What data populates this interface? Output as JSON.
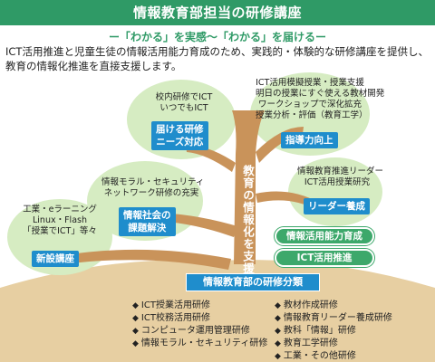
{
  "title": "情報教育部担当の研修講座",
  "subtitle": "ー「わかる」を実感～「わかる」を届けるー",
  "intro": "ICT活用推進と児童生徒の情報活用能力育成のため、実践的・体験的な研修講座を提供し、教育の情報化推進を直接支援します。",
  "colors": {
    "accent_green": "#2f9a66",
    "tree_brown": "#c9935a",
    "foliage_green": "#d6ecc2",
    "tag_blue": "#1f8dcc"
  },
  "nodes": {
    "new": {
      "desc": [
        "工業・eラーニング",
        "Linux・Flash",
        "「授業でICT」等々"
      ],
      "tag": "新設講座"
    },
    "social": {
      "desc": [
        "情報モラル・セキュリティ",
        "ネットワーク研修の充実"
      ],
      "tag": [
        "情報社会の",
        "課題解決"
      ]
    },
    "deliver": {
      "desc": [
        "校内研修でICT",
        "いつでもICT"
      ],
      "tag": [
        "届ける研修",
        "ニーズ対応"
      ]
    },
    "guidance": {
      "desc": [
        "ICT活用模擬授業・授業支援",
        "明日の授業にすぐ使える教材開発",
        "ワークショップで深化拡充",
        "授業分析・評価（教育工学）"
      ],
      "tag": "指導力向上"
    },
    "leader": {
      "desc": [
        "情報教育推進リーダー",
        "ICT活用授業研究"
      ],
      "tag": "リーダー養成"
    }
  },
  "pills": [
    "情報活用能力育成",
    "ICT活用推進"
  ],
  "trunk_label": "教育の情報化を支援",
  "categories": {
    "header": "情報教育部の研修分類",
    "left": [
      "ICT授業活用研修",
      "ICT校務活用研修",
      "コンピュータ運用管理研修",
      "情報モラル・セキュリティ研修"
    ],
    "right": [
      "教材作成研修",
      "情報教育リーダー養成研修",
      "教科「情報」研修",
      "教育工学研修",
      "工業・その他研修"
    ]
  }
}
